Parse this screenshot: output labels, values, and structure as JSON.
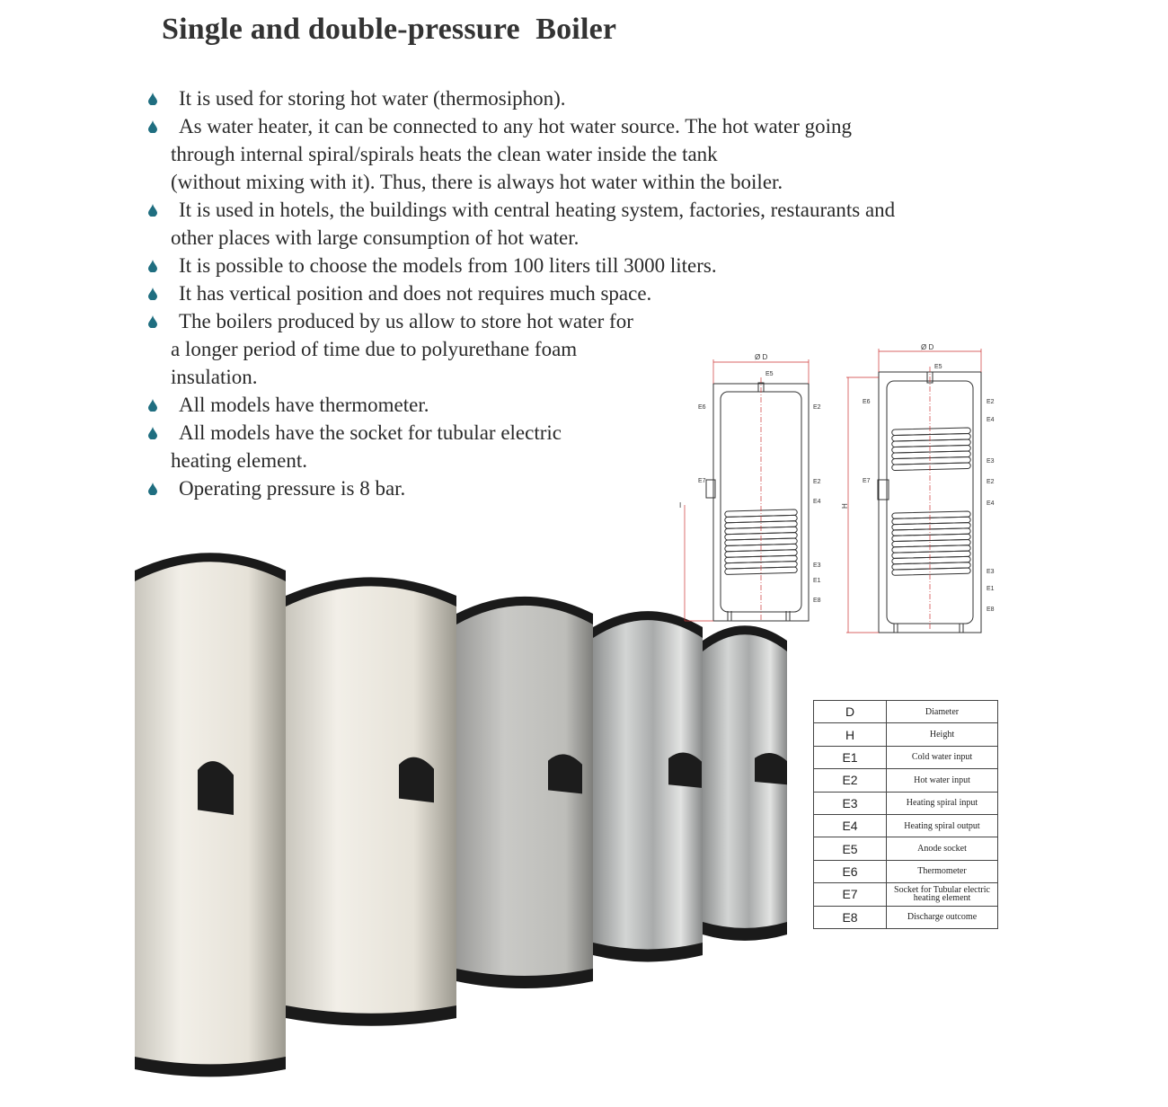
{
  "title": "Single and double-pressure  Boiler",
  "bullet_color": "#1f6e80",
  "bullets": [
    {
      "first": "It is used for storing hot water (thermosiphon).",
      "rest": []
    },
    {
      "first": "As water heater, it can be connected to any hot water source. The hot water going",
      "rest": [
        "through internal spiral/spirals heats the clean water inside the tank",
        "(without mixing with it). Thus, there is always hot water within the boiler."
      ]
    },
    {
      "first": "It is used in hotels, the buildings with central heating system, factories, restaurants and",
      "rest": [
        "other places with large consumption of hot water."
      ]
    },
    {
      "first": "It is possible to choose the models from 100 liters till 3000 liters.",
      "rest": []
    },
    {
      "first": "It has vertical position and does not requires much space.",
      "rest": []
    },
    {
      "first": "The boilers produced by us allow to store hot water for",
      "rest": [
        "a longer period of time due to polyurethane foam",
        "insulation."
      ]
    },
    {
      "first": "All models have thermometer.",
      "rest": []
    },
    {
      "first": "All models have the socket for tubular electric",
      "rest": [
        "heating element."
      ]
    },
    {
      "first": "Operating pressure is 8 bar.",
      "rest": []
    }
  ],
  "diagram_single": {
    "diameter": "Ø D",
    "height": "I",
    "labels": {
      "e5": "E5",
      "e6": "E6",
      "e2a": "E2",
      "e7": "E7",
      "e2b": "E2",
      "e4": "E4",
      "e3": "E3",
      "e1": "E1",
      "e8": "E8"
    }
  },
  "diagram_double": {
    "diameter": "Ø D",
    "height": "H",
    "labels": {
      "e5": "E5",
      "e6": "E6",
      "e2a": "E2",
      "e4a": "E4",
      "e3a": "E3",
      "e7": "E7",
      "e2b": "E2",
      "e4b": "E4",
      "e3b": "E3",
      "e1": "E1",
      "e8": "E8"
    }
  },
  "legend": [
    {
      "code": "D",
      "desc": "Diameter"
    },
    {
      "code": "H",
      "desc": "Height"
    },
    {
      "code": "E1",
      "desc": "Cold water input"
    },
    {
      "code": "E2",
      "desc": "Hot water input"
    },
    {
      "code": "E3",
      "desc": "Heating spiral input"
    },
    {
      "code": "E4",
      "desc": "Heating spiral output"
    },
    {
      "code": "E5",
      "desc": "Anode socket"
    },
    {
      "code": "E6",
      "desc": "Thermometer"
    },
    {
      "code": "E7",
      "desc": "Socket for Tubular electric heating element"
    },
    {
      "code": "E8",
      "desc": "Discharge outcome"
    }
  ]
}
